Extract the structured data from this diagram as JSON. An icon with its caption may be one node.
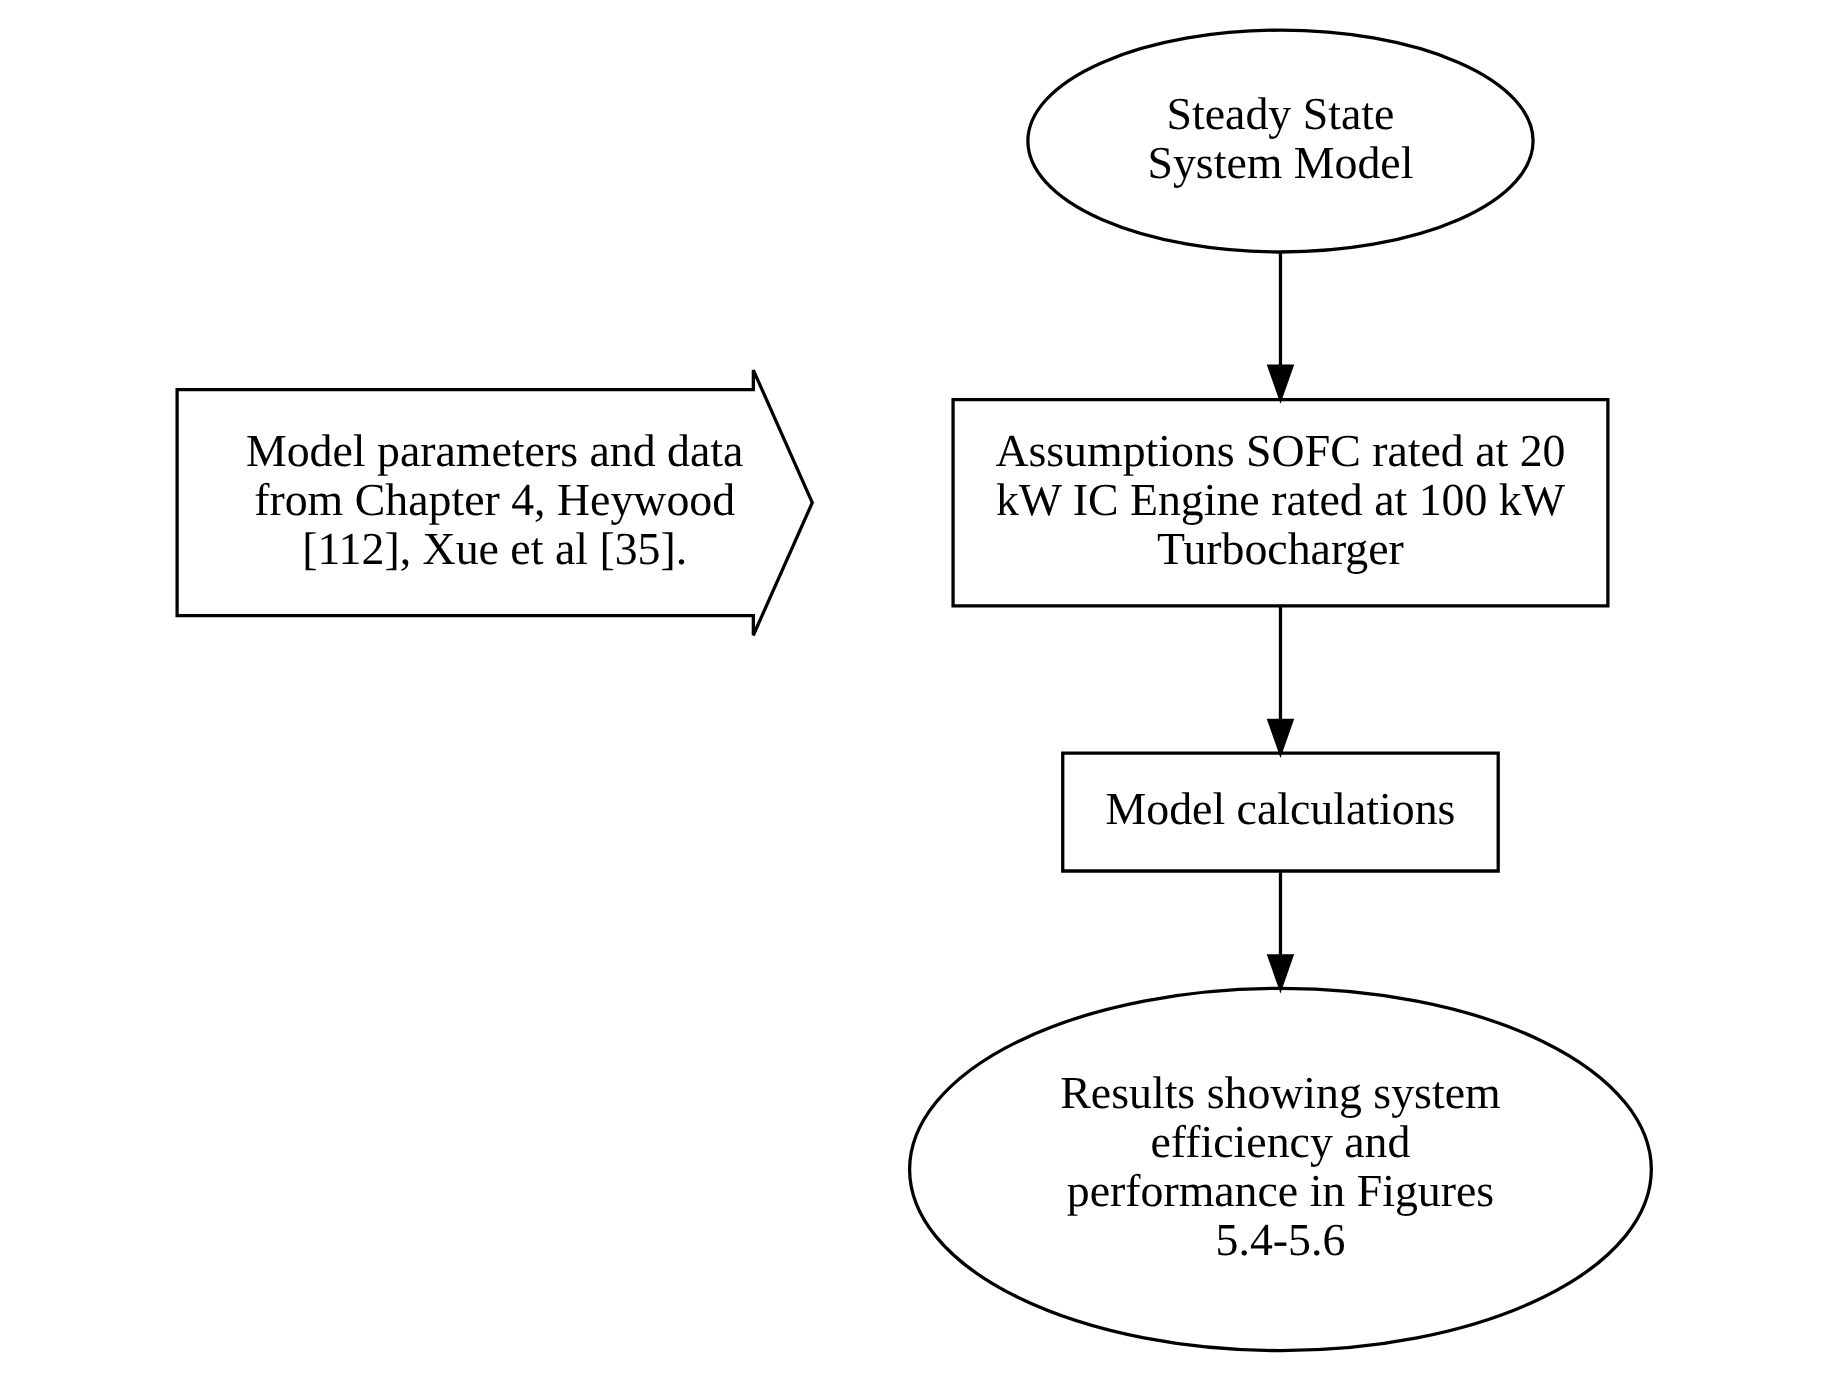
{
  "diagram": {
    "nodes": [
      {
        "text": [
          "Steady State System Model"
        ]
      },
      {
        "text": [
          "Model parameters and data from Chapter 4, Heywood [112], Xue et al [35]."
        ]
      },
      {
        "text": [
          "Assumptions SOFC rated at 20 kW IC Engine rated at 100 kW Turbocharger"
        ]
      },
      {
        "text": [
          "Model calculations"
        ]
      },
      {
        "text": [
          "Results showing system efficiency and performance in Figures 5.4-5.6"
        ]
      }
    ],
    "edges": [
      {
        "from": 0,
        "to": 2,
        "arrow": "to"
      },
      {
        "from": 2,
        "to": 3,
        "arrow": "to"
      },
      {
        "from": 3,
        "to": 4,
        "arrow": "to"
      }
    ]
  }
}
